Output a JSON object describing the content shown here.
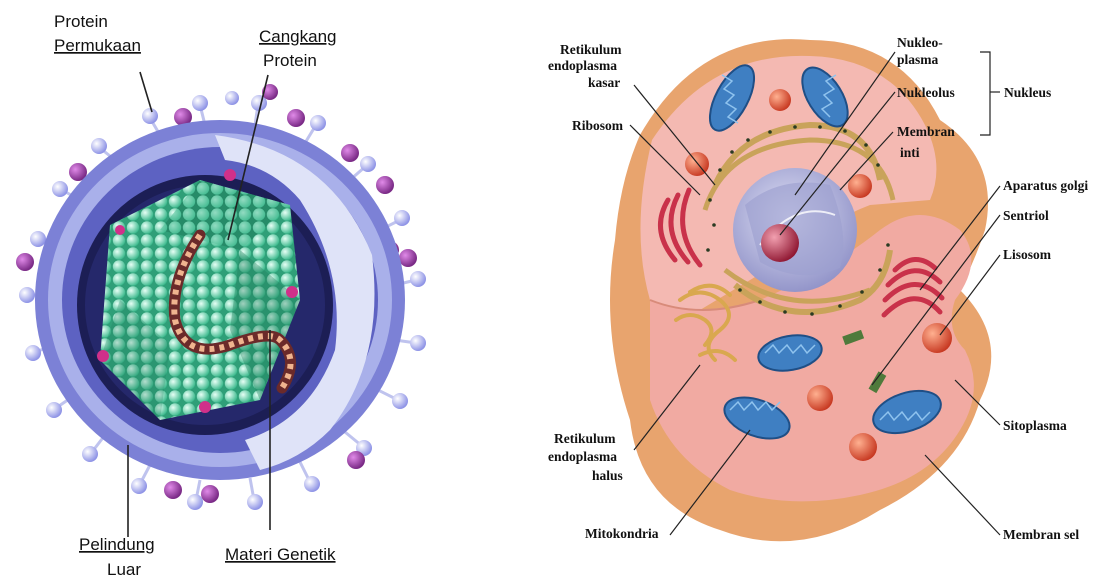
{
  "virus_diagram": {
    "labels": {
      "protein_permukaan_1": "Protein",
      "protein_permukaan_2": "Permukaan",
      "cangkang_protein_1": "Cangkang",
      "cangkang_protein_2": "Protein",
      "pelindung_luar_1": "Pelindung",
      "pelindung_luar_2": "Luar",
      "materi_genetik": "Materi Genetik"
    },
    "colors": {
      "envelope": "#6f74cf",
      "envelope_inner": "#b9c0ec",
      "capsid": "#5fd0a8",
      "capsid_dark": "#2e9e78",
      "spike_head": "#9aa0ee",
      "cluster": "#9b3fa6",
      "rna_stripe": "#e9a98a"
    }
  },
  "cell_diagram": {
    "labels": {
      "re_kasar_1": "Retikulum",
      "re_kasar_2": "endoplasma",
      "re_kasar_3": "kasar",
      "ribosom": "Ribosom",
      "nukleoplasma_1": "Nukleo-",
      "nukleoplasma_2": "plasma",
      "nukleolus": "Nukleolus",
      "membran_inti_1": "Membran",
      "membran_inti_2": "inti",
      "nukleus": "Nukleus",
      "aparatus_golgi": "Aparatus golgi",
      "sentriol": "Sentriol",
      "lisosom": "Lisosom",
      "re_halus_1": "Retikulum",
      "re_halus_2": "endoplasma",
      "re_halus_3": "halus",
      "mitokondria": "Mitokondria",
      "sitoplasma": "Sitoplasma",
      "membran_sel": "Membran sel"
    },
    "colors": {
      "cell_outer": "#e9a878",
      "cytoplasm": "#f3b8b0",
      "mitochondria": "#3f7fc2",
      "lysosome": "#e0462c",
      "golgi": "#c9324a",
      "nucleus": "#b7b8dc",
      "nucleolus": "#b3233d"
    }
  }
}
